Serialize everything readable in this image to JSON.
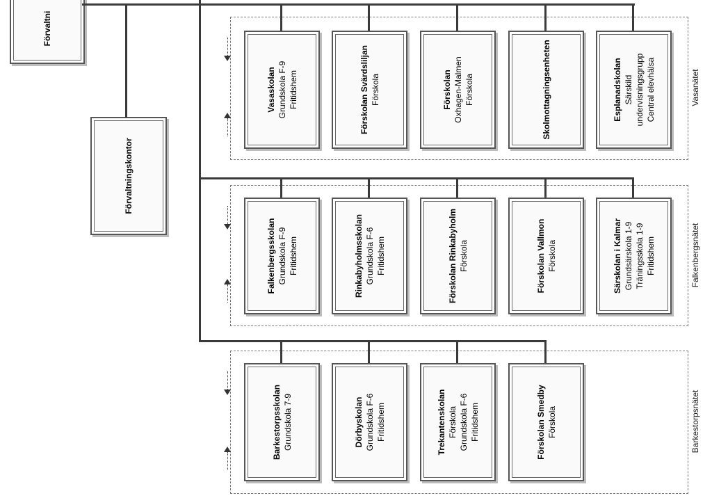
{
  "top_box": {
    "title": "Förvaltni"
  },
  "office_box": {
    "title": "Förvaltningskontor"
  },
  "groups": [
    {
      "label": "Vasanätet",
      "units": [
        {
          "title": "Vasaskolan",
          "lines": [
            "Grundskola F-9",
            "Fritidshem"
          ]
        },
        {
          "title": "Förskolan Svärdsliljan",
          "lines": [
            "Förskola"
          ]
        },
        {
          "title": "Förskolan",
          "lines": [
            "Oxhagen-Malmen",
            "Förskola"
          ]
        },
        {
          "title": "Skolmottagningsenheten",
          "lines": []
        },
        {
          "title": "Esplanadskolan",
          "lines": [
            "Särskild",
            "undervisningsgrupp",
            "Central elevhälsa"
          ]
        }
      ]
    },
    {
      "label": "Falkenbergsnätet",
      "units": [
        {
          "title": "Falkenbergsskolan",
          "lines": [
            "Grundskola F-9",
            "Fritidshem"
          ]
        },
        {
          "title": "Rinkabyholmsskolan",
          "lines": [
            "Grundskola F-6",
            "Fritidshem"
          ]
        },
        {
          "title": "Förskolan Rinkabyholm",
          "lines": [
            "Förskola"
          ]
        },
        {
          "title": "Förskolan Vallmon",
          "lines": [
            "Förskola"
          ]
        },
        {
          "title": "Särskolan i Kalmar",
          "lines": [
            "Grundsärskola 1-9",
            "Träningsskola 1-9",
            "Fritidshem"
          ]
        }
      ]
    },
    {
      "label": "Barkestorpsnätet",
      "units": [
        {
          "title": "Barkestorpsskolan",
          "lines": [
            "Grundskola 7-9"
          ]
        },
        {
          "title": "Dörbyskolan",
          "lines": [
            "Grundskola F-6",
            "Fritidshem"
          ]
        },
        {
          "title": "Trekantenskolan",
          "lines": [
            "Förskola",
            "Grundskola F-6",
            "Fritidshem"
          ]
        },
        {
          "title": "Förskolan Smedby",
          "lines": [
            "Förskola"
          ]
        }
      ]
    }
  ]
}
